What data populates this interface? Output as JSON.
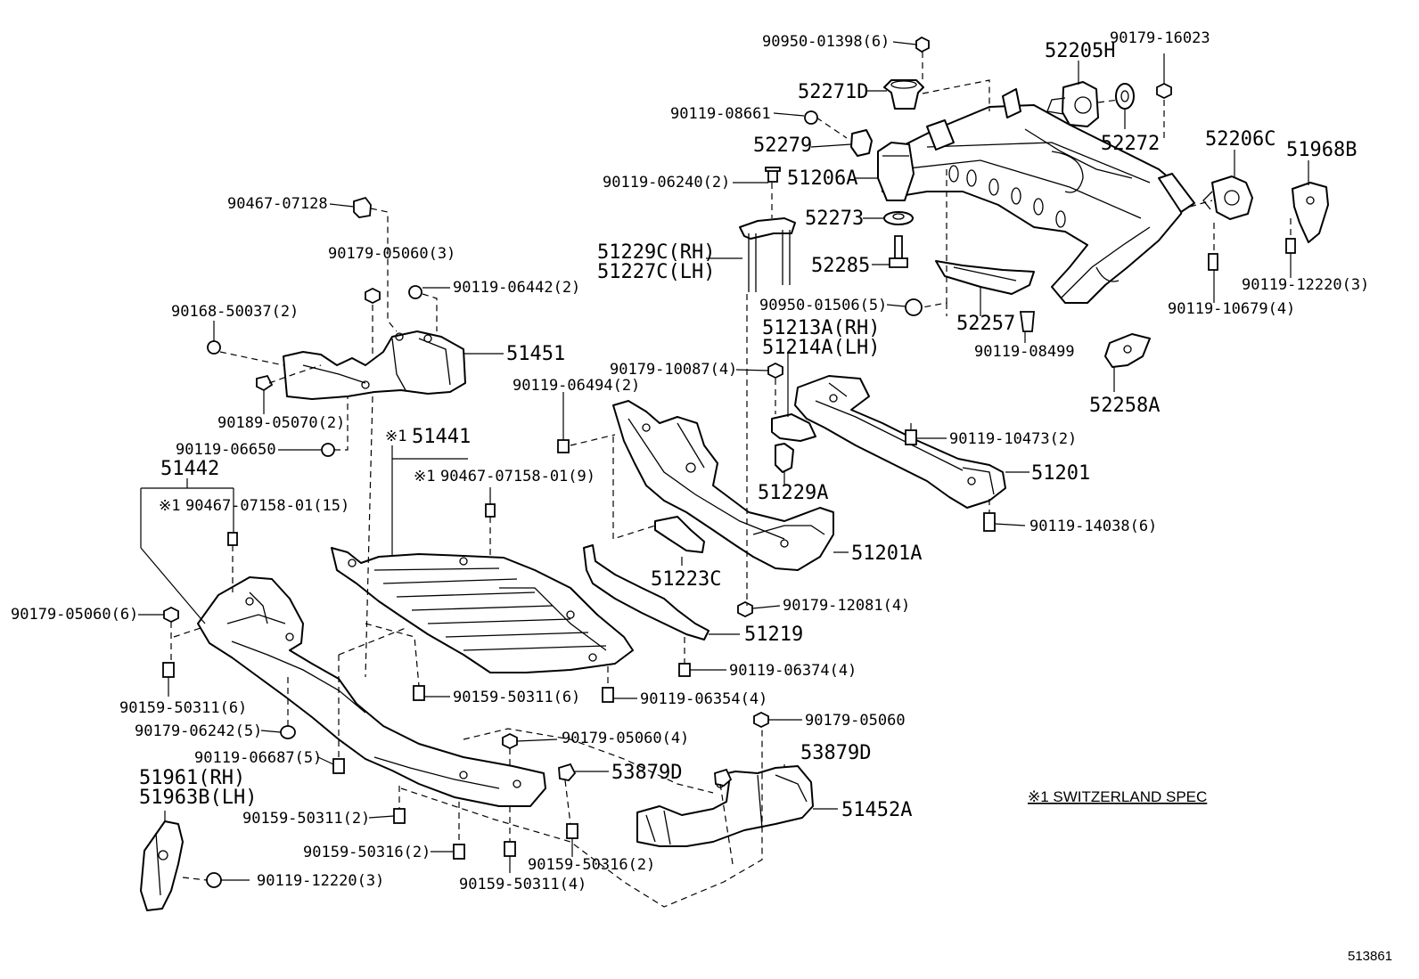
{
  "labels": {
    "l_90950_01398": "90950-01398(6)",
    "l_90179_16023": "90179-16023",
    "l_52205H": "52205H",
    "l_52271D": "52271D",
    "l_90119_08661": "90119-08661",
    "l_52272": "52272",
    "l_52279": "52279",
    "l_52206C": "52206C",
    "l_51968B": "51968B",
    "l_90119_06240": "90119-06240(2)",
    "l_51206A": "51206A",
    "l_90467_07128": "90467-07128",
    "l_52273": "52273",
    "l_51229C_RH": "51229C(RH)",
    "l_51227C_LH": "51227C(LH)",
    "l_52285": "52285",
    "l_90119_12220_3_top": "90119-12220(3)",
    "l_90179_05060_3": "90179-05060(3)",
    "l_90119_10679": "90119-10679(4)",
    "l_90119_06442": "90119-06442(2)",
    "l_90950_01506": "90950-01506(5)",
    "l_90168_50037": "90168-50037(2)",
    "l_52257": "52257",
    "l_51213A_RH": "51213A(RH)",
    "l_51214A_LH": "51214A(LH)",
    "l_51451": "51451",
    "l_90119_08499": "90119-08499",
    "l_90179_10087": "90179-10087(4)",
    "l_90119_06494": "90119-06494(2)",
    "l_52258A": "52258A",
    "l_90189_05070": "90189-05070(2)",
    "l_90119_10473": "90119-10473(2)",
    "l_90119_06650": "90119-06650",
    "l_51441": "51441",
    "l_51201": "51201",
    "l_51442": "51442",
    "l_90467_07158_9": "90467-07158-01(9)",
    "l_51229A": "51229A",
    "l_90467_07158_15": "90467-07158-01(15)",
    "l_90119_14038": "90119-14038(6)",
    "l_51201A": "51201A",
    "l_51223C": "51223C",
    "l_90179_05060_6": "90179-05060(6)",
    "l_90179_12081": "90179-12081(4)",
    "l_51219": "51219",
    "l_90119_06374": "90119-06374(4)",
    "l_90159_50311_6a": "90159-50311(6)",
    "l_90119_06354": "90119-06354(4)",
    "l_90159_50311_6b": "90159-50311(6)",
    "l_90179_05060": "90179-05060",
    "l_90179_06242": "90179-06242(5)",
    "l_90179_05060_4": "90179-05060(4)",
    "l_53879D_a": "53879D",
    "l_90119_06687": "90119-06687(5)",
    "l_51961_RH": "51961(RH)",
    "l_53879D_b": "53879D",
    "l_51963B_LH": "51963B(LH)",
    "l_51452A": "51452A",
    "l_90159_50311_2": "90159-50311(2)",
    "l_90159_50316_2a": "90159-50316(2)",
    "l_90159_50316_2b": "90159-50316(2)",
    "l_90119_12220_3_bottom": "90119-12220(3)",
    "l_90159_50311_4": "90159-50311(4)"
  },
  "marks": {
    "switzerland": "※1"
  },
  "note": {
    "text": "※1 SWITZERLAND SPEC"
  },
  "diagram_id": "513861"
}
